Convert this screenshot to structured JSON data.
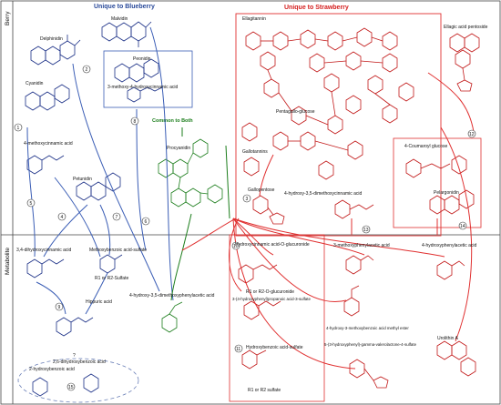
{
  "headers": {
    "blueberry": "Unique to Blueberry",
    "strawberry": "Unique to Strawberry",
    "common": "Common to Both"
  },
  "sides": {
    "berry": "Berry",
    "metabolite": "Metabolite"
  },
  "compounds": {
    "malvidin": "Malvidin",
    "delphinidin": "Delphinidin",
    "peonidin": "Peonidin",
    "cyanidin": "Cyanidin",
    "methoxy_hydroxycinnamic": "3-methoxy-4-hydroxycinnamic acid",
    "methoxycinnamic": "4-methoxycinnamic acid",
    "petunidin": "Petunidin",
    "procyanidin": "Procyanidin",
    "ellagitannin": "Ellagitannin",
    "ellagic_pentoside": "Ellagic acid pentoside",
    "pentagallo": "Pentagallo-glucose",
    "gallotannins": "Gallotannins",
    "gallopentose": "Gallopentose",
    "coumaroyl_glucose": "4-Coumaroyl glucose",
    "pelargonidin": "Pelargonidin",
    "hydroxy_dimethoxycinnamic": "4-hydroxy-3,5-dimethoxycinnamic acid",
    "dihydroxycinnamic": "3,4-dihydroxycinnamic acid",
    "methoxybenzoic_sulfate": "Methoxybenzoic acid-sulfate",
    "r1r2_sulfate": "R1 or R2-Sulfate",
    "hydroxy_dimethoxyphenylacetic": "4-hydroxy-3,5-dimethoxyphenylacetic acid",
    "hippuric": "Hippuric acid",
    "dihydroxybenzoic": "2,6-dihydroxybenzoic acid",
    "hydroxybenzoic": "2-hydroxybenzoic acid",
    "qmark": "?",
    "hca_glucuronide": "Hydroxycinnamic acid-O-glucuronide",
    "r1r2_glucuronide": "R1 or R2-O-glucuronide",
    "phenylpropanoic_sulfate": "3-(4-hydroxyphenyl)propanoic acid-3-sulfate",
    "hba_sulfate": "Hydroxybenzoic acid-sulfate",
    "r1r2_sulfate2": "R1 or R2 sulfate",
    "methoxyphenylacetic": "3-methoxyphenylacetic acid",
    "hmpa_methyl_ester": "4-hydroxy-3-methoxybenzoic acid methyl ester",
    "valerolactone": "5-(3-hydroxyphenyl)-gamma-valerolactone-4-sulfate",
    "hydroxyphenylacetic": "4-hydroxyphenylacetic acid",
    "urolithin": "Urolithin A"
  },
  "numbers": [
    "1",
    "2",
    "3",
    "4",
    "5",
    "6",
    "7",
    "8",
    "9",
    "10",
    "11",
    "12",
    "13",
    "14",
    "15"
  ],
  "colors": {
    "blueberry": "#3a5db5",
    "strawberry": "#e03030",
    "common": "#1b7d1b"
  }
}
